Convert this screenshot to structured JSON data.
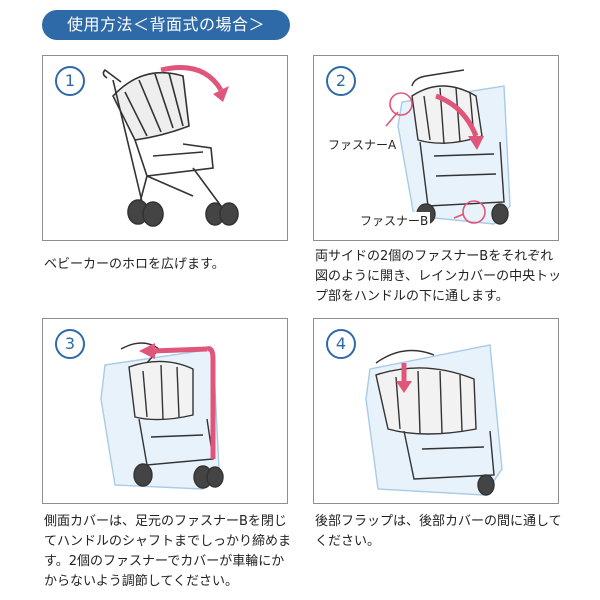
{
  "title": "使用方法＜背面式の場合＞",
  "steps": [
    {
      "number": "1",
      "caption": "ベビーカーのホロを広げます。"
    },
    {
      "number": "2",
      "caption": "両サイドの2個のファスナーBをそれぞれ図のように開き、レインカバーの中央トップ部をハンドルの下に通します。"
    },
    {
      "number": "3",
      "caption": "側面カバーは、足元のファスナーBを閉じてハンドルのシャフトまでしっかり締めます。2個のファスナーでカバーが車輪にかからないよう調節してください。"
    },
    {
      "number": "4",
      "caption": "後部フラップは、後部カバーの間に通してください。"
    }
  ],
  "labels": {
    "fastener_a": "ファスナーA",
    "fastener_b": "ファスナーB"
  },
  "colors": {
    "accent": "#2f6aa8",
    "arrow": "#e0567a",
    "cover": "#a9cbe8"
  }
}
